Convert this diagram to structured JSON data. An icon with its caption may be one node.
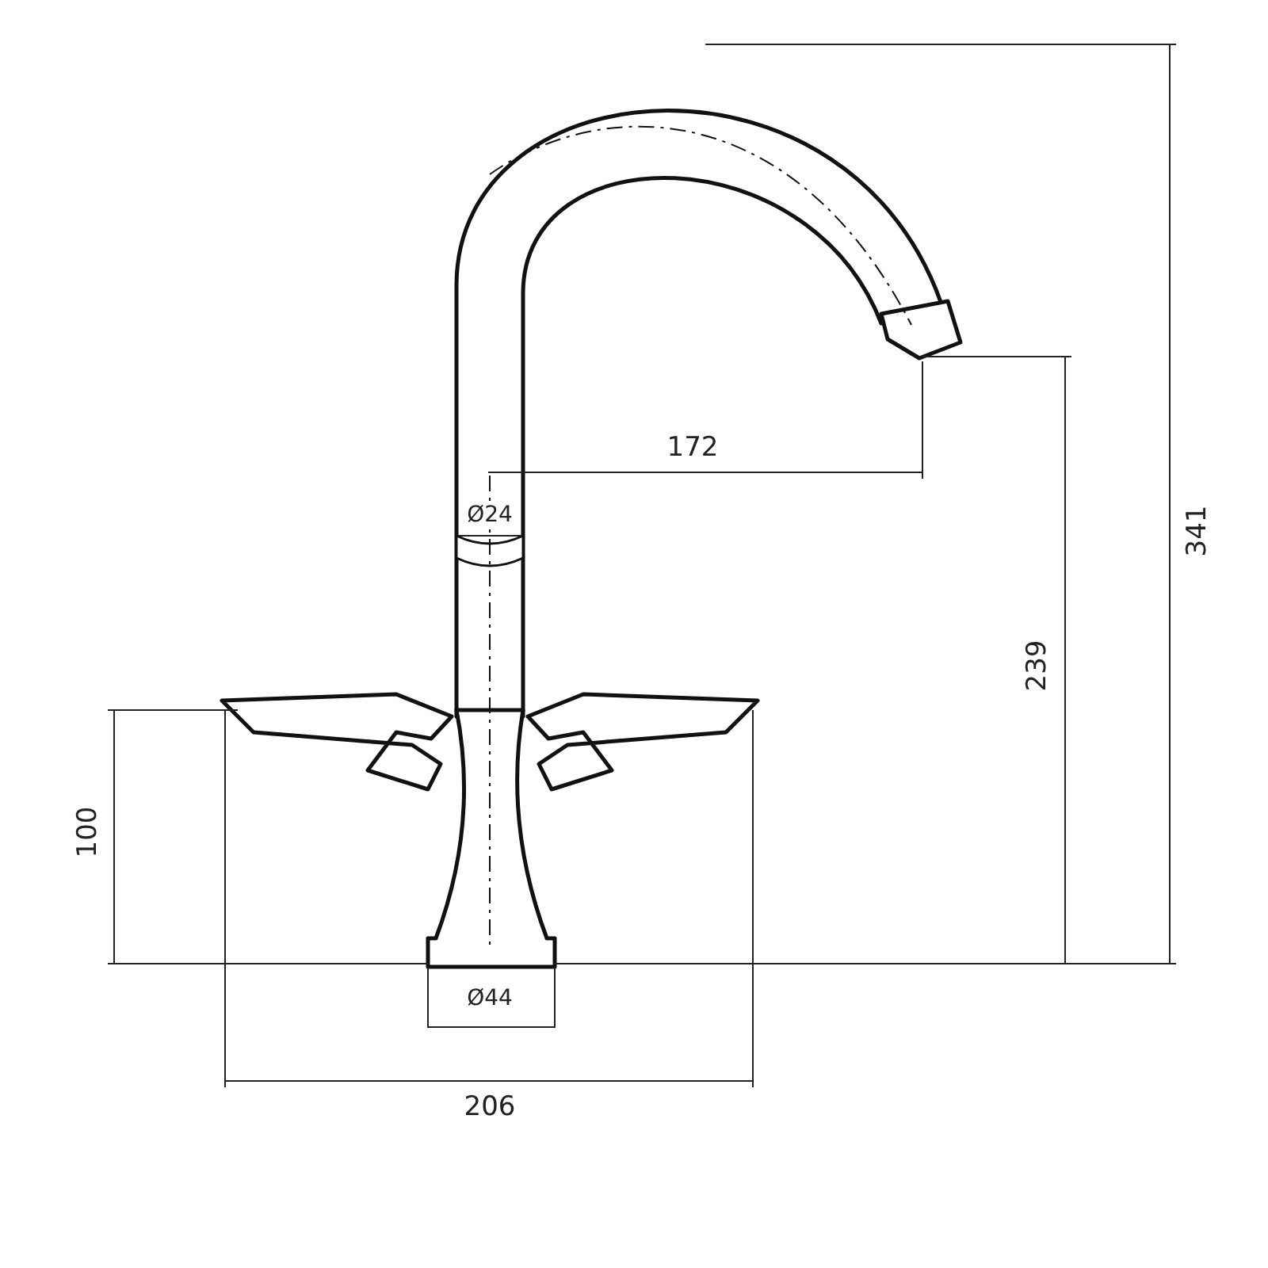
{
  "diagram": {
    "labels": [
      "172",
      "Ø24",
      "341",
      "239",
      "100",
      "Ø44",
      "206"
    ]
  }
}
